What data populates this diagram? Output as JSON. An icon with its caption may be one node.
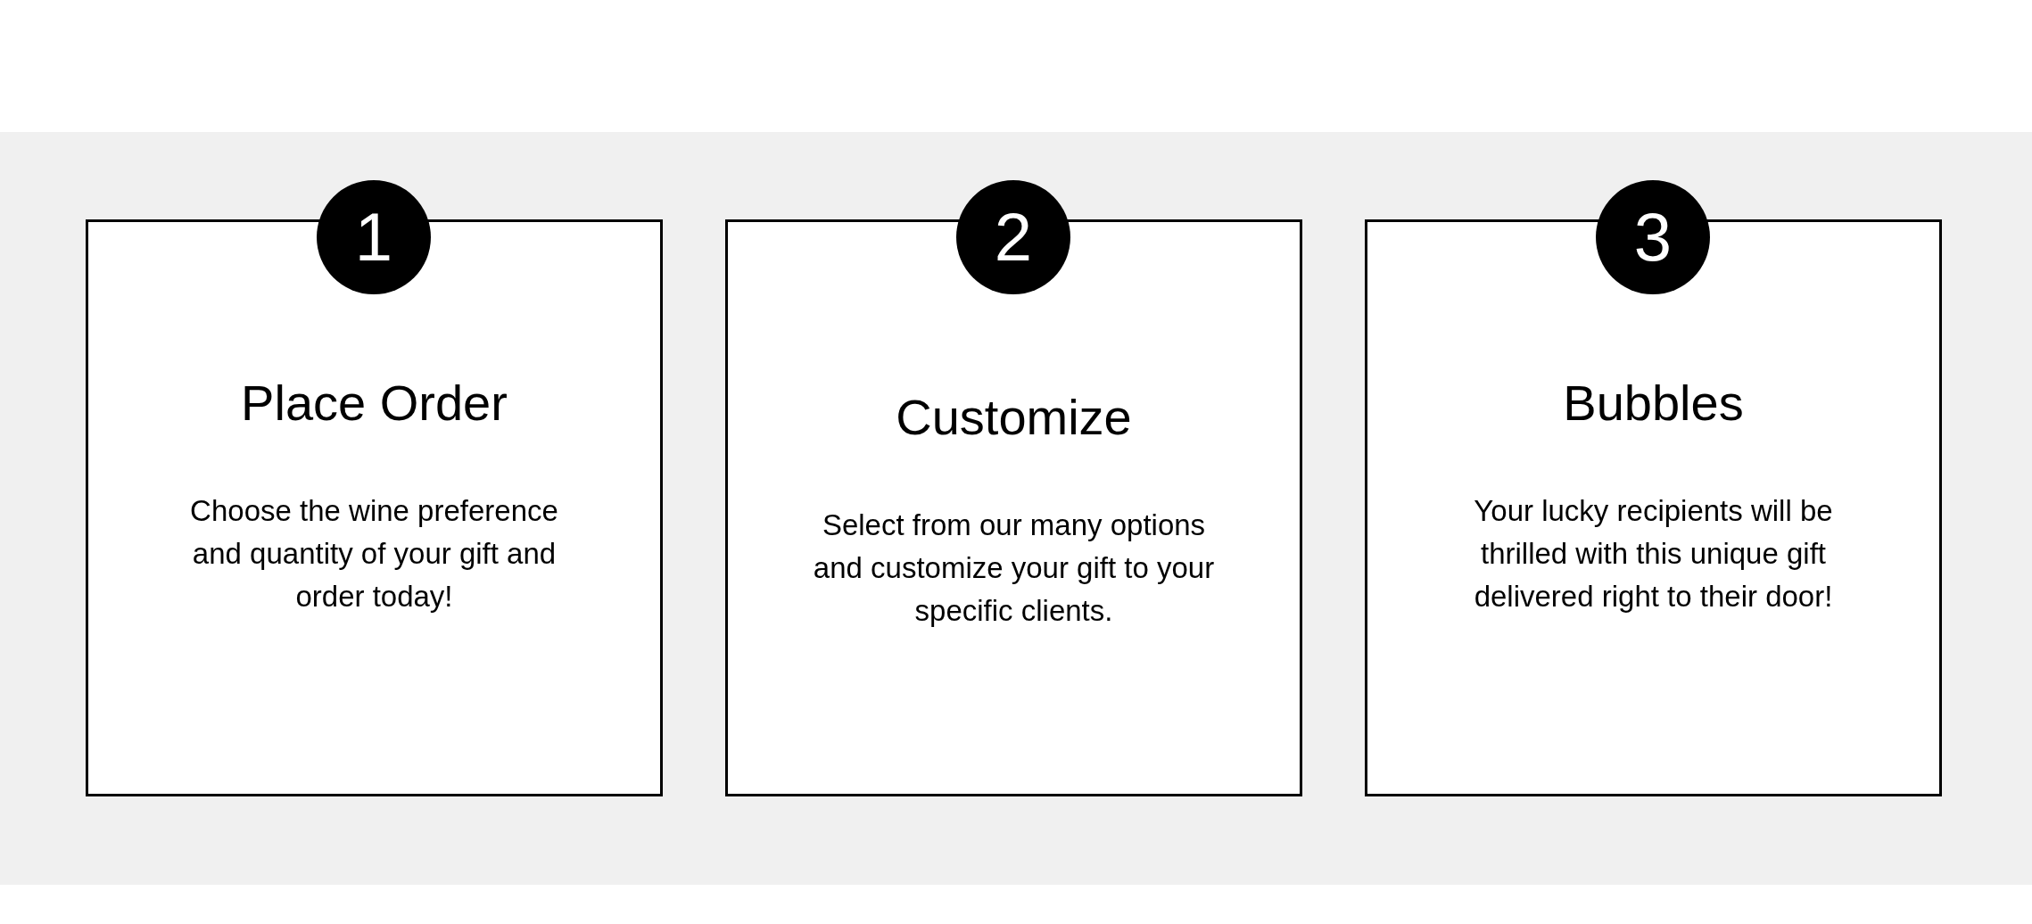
{
  "diagram": {
    "nodes": [
      {
        "text": [
          "1"
        ]
      },
      {
        "text": [
          "Place Order",
          "Choose the wine preference and quantity of your gift and order today!"
        ]
      },
      {
        "text": [
          "2"
        ]
      },
      {
        "text": [
          "Customize",
          "Select from our many options and customize your gift to your specific clients."
        ]
      },
      {
        "text": [
          "3"
        ]
      },
      {
        "text": [
          "Bubbles",
          "Your lucky recipients will be thrilled with this unique gift delivered right to their door!"
        ]
      }
    ]
  }
}
